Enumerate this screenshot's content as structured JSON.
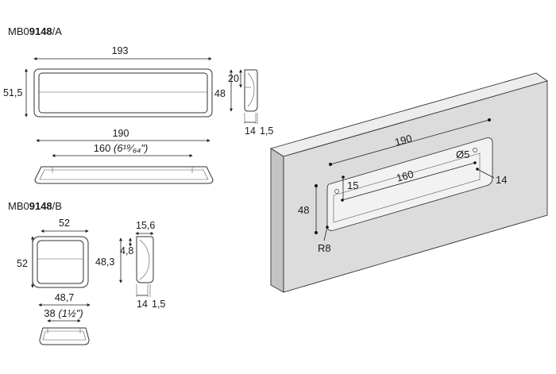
{
  "model_a": {
    "prefix": "MB0",
    "code": "9148",
    "suffix": "/A"
  },
  "model_b": {
    "prefix": "MB0",
    "code": "9148",
    "suffix": "/B"
  },
  "a_dims": {
    "width": "193",
    "height": "51,5",
    "depth_total": "48",
    "depth_inner": "20",
    "base": "190",
    "holes": "160",
    "holes_imperial": "(6¹⁹⁄₆₄\")",
    "thick_a": "14",
    "thick_b": "1,5"
  },
  "b_dims": {
    "width": "52",
    "height": "52",
    "side_width": "15,6",
    "side_height": "48,3",
    "side_inner": "4,8",
    "base": "48,7",
    "holes": "38",
    "holes_imperial": "(1½\")",
    "thick_a": "14",
    "thick_b": "1,5"
  },
  "install": {
    "length": "190",
    "holes": "160",
    "hole_dia": "Ø5",
    "offset": "15",
    "depth": "14",
    "height": "48",
    "radius": "R8"
  }
}
